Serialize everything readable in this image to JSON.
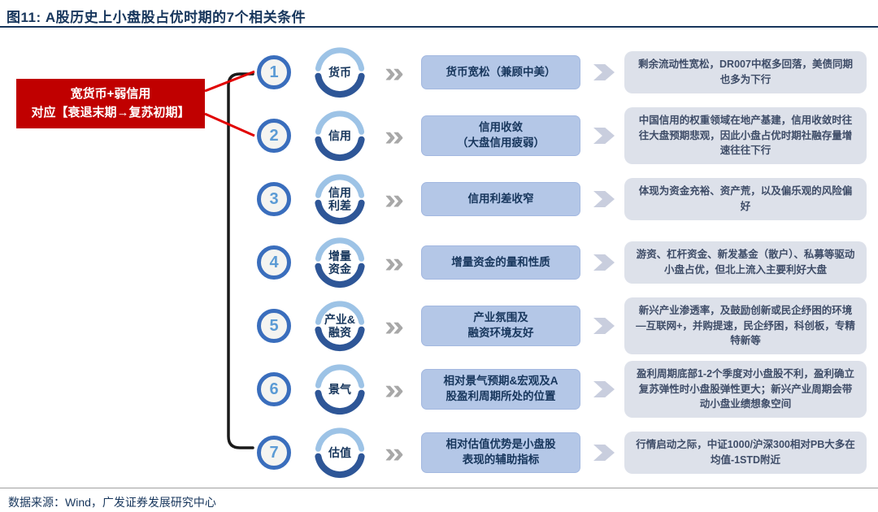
{
  "header": {
    "title": "图11: A股历史上小盘股占优时期的7个相关条件"
  },
  "highlight_box": {
    "line1": "宽货币+弱信用",
    "line2": "对应【衰退末期→复苏初期】"
  },
  "rows": [
    {
      "number": "1",
      "badge_lines": [
        "货币"
      ],
      "box_lines": [
        "货币宽松（兼顾中美）"
      ],
      "note": "剩余流动性宽松，DR007中枢多回落，美债同期也多为下行"
    },
    {
      "number": "2",
      "badge_lines": [
        "信用"
      ],
      "box_lines": [
        "信用收敛",
        "（大盘信用疲弱）"
      ],
      "note": "中国信用的权重领域在地产基建，信用收敛时往往大盘预期悲观，因此小盘占优时期社融存量增速往往下行"
    },
    {
      "number": "3",
      "badge_lines": [
        "信用",
        "利差"
      ],
      "box_lines": [
        "信用利差收窄"
      ],
      "note": "体现为资金充裕、资产荒，以及偏乐观的风险偏好"
    },
    {
      "number": "4",
      "badge_lines": [
        "增量",
        "资金"
      ],
      "box_lines": [
        "增量资金的量和性质"
      ],
      "note": "游资、杠杆资金、新发基金（散户）、私募等驱动小盘占优，但北上流入主要利好大盘"
    },
    {
      "number": "5",
      "badge_lines": [
        "产业&",
        "融资"
      ],
      "box_lines": [
        "产业氛围及",
        "融资环境友好"
      ],
      "note": "新兴产业渗透率，及鼓励创新或民企纾困的环境—互联网+，并购提速，民企纾困，科创板，专精特新等"
    },
    {
      "number": "6",
      "badge_lines": [
        "景气"
      ],
      "box_lines": [
        "相对景气预期&宏观及A",
        "股盈利周期所处的位置"
      ],
      "note": "盈利周期底部1-2个季度对小盘股不利，盈利确立复苏弹性时小盘股弹性更大；新兴产业周期会带动小盘业绩想象空间"
    },
    {
      "number": "7",
      "badge_lines": [
        "估值"
      ],
      "box_lines": [
        "相对估值优势是小盘股",
        "表现的辅助指标"
      ],
      "note": "行情启动之际，中证1000/沪深300相对PB大多在均值-1STD附近"
    }
  ],
  "footer": {
    "source": "数据来源：Wind，广发证券发展研究中心"
  },
  "colors": {
    "title_navy": "#17365c",
    "highlight_red": "#c00000",
    "connector_red": "#e10000",
    "bracket_black": "#1a1a1a",
    "number_ring_blue": "#3a6ebd",
    "number_text_blue": "#5b9bd5",
    "arc_light_blue": "#9dc3e6",
    "arc_dark_blue": "#2e5697",
    "condition_box_blue": "#b4c7e7",
    "note_box_gray": "#dde1ea",
    "note_text": "#3f4d68",
    "chevron_gray": "#a8a8a8",
    "arrow_gray": "#c9cede"
  }
}
